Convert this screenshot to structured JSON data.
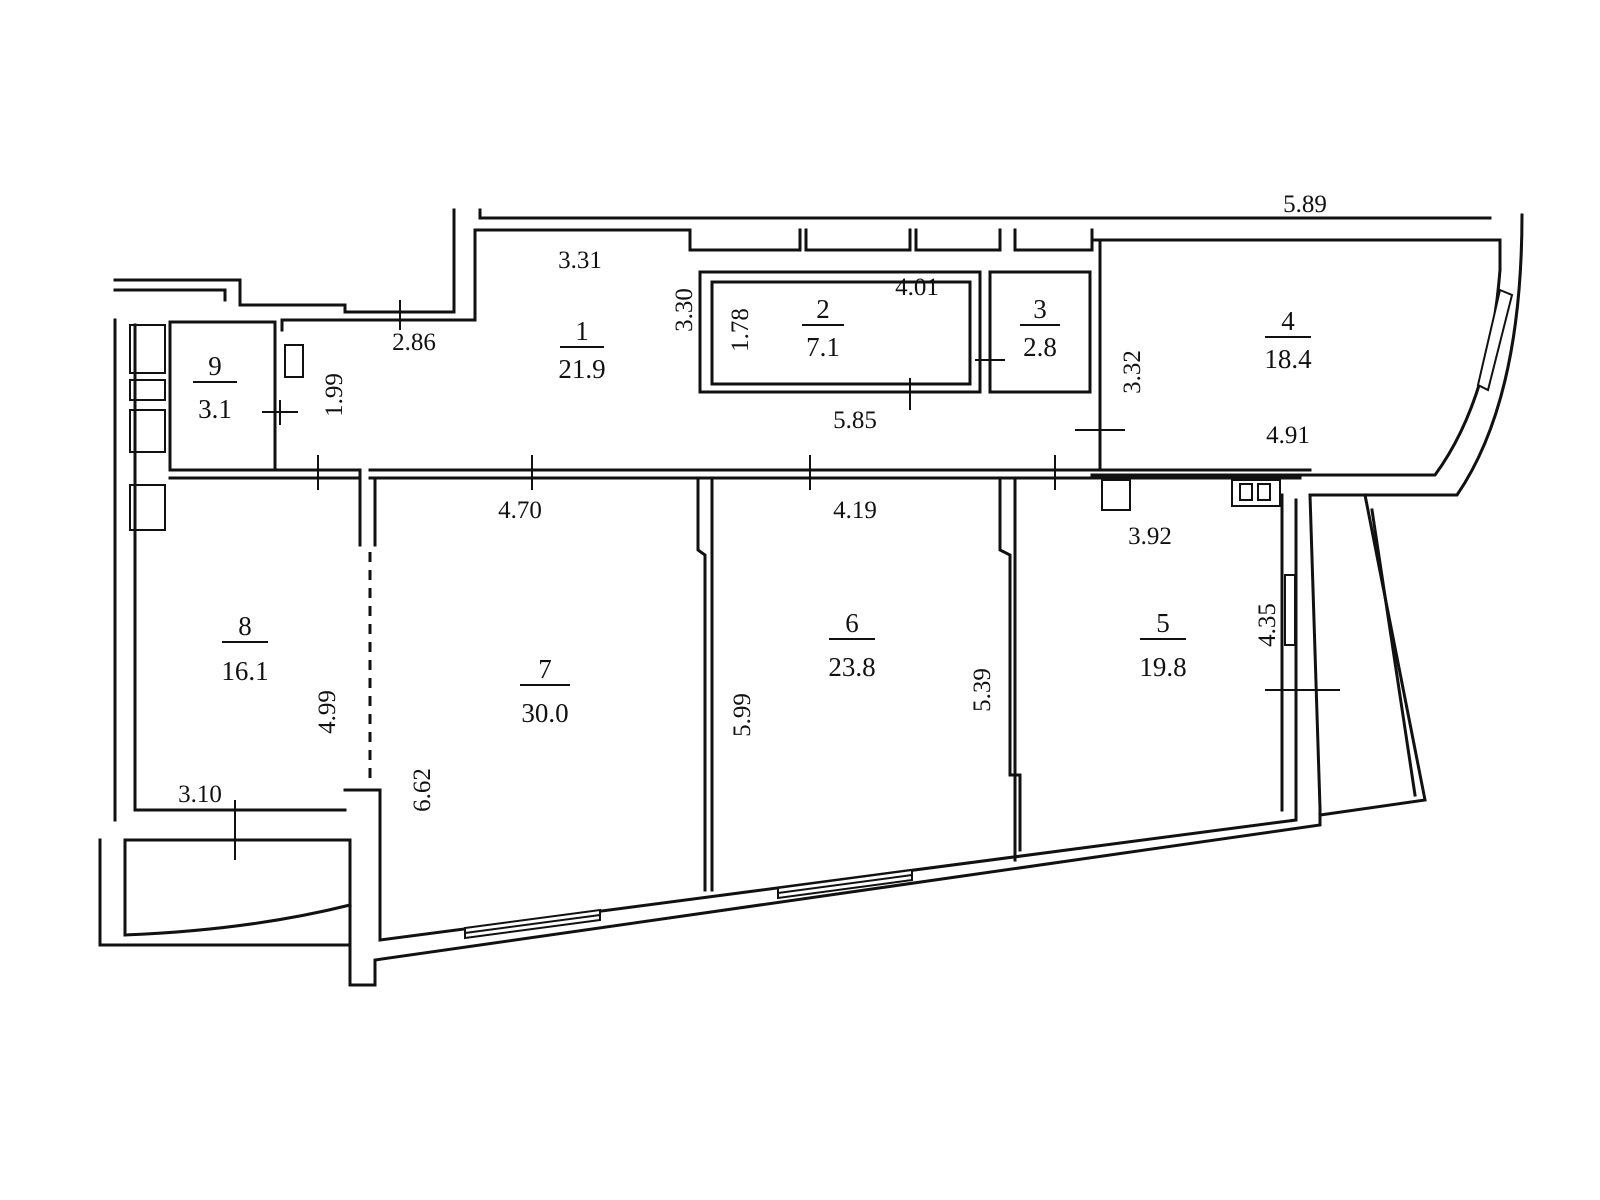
{
  "rooms": [
    {
      "number": "1",
      "area": "21.9"
    },
    {
      "number": "2",
      "area": "7.1"
    },
    {
      "number": "3",
      "area": "2.8"
    },
    {
      "number": "4",
      "area": "18.4"
    },
    {
      "number": "5",
      "area": "19.8"
    },
    {
      "number": "6",
      "area": "23.8"
    },
    {
      "number": "7",
      "area": "30.0"
    },
    {
      "number": "8",
      "area": "16.1"
    },
    {
      "number": "9",
      "area": "3.1"
    }
  ],
  "dimensions": [
    "3.31",
    "2.86",
    "1.99",
    "3.30",
    "1.78",
    "4.01",
    "5.85",
    "3.32",
    "4.91",
    "4.70",
    "4.19",
    "3.92",
    "4.35",
    "4.99",
    "3.10",
    "6.62",
    "5.99",
    "5.39",
    "5.89"
  ]
}
